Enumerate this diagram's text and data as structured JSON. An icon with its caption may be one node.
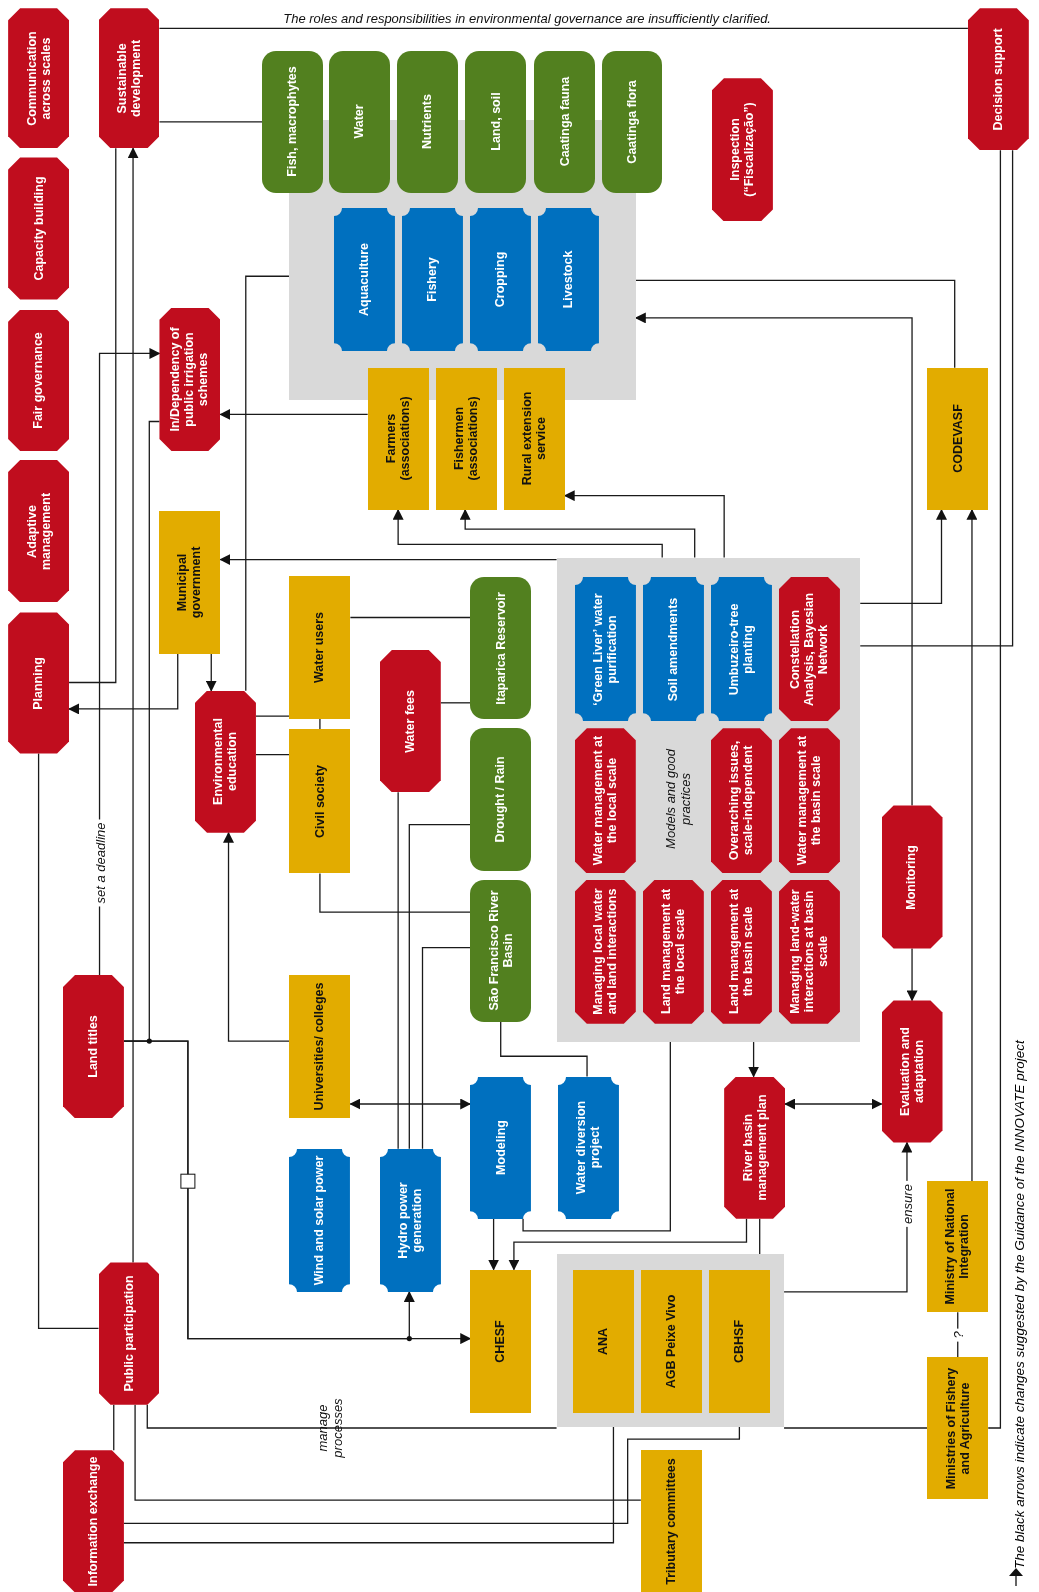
{
  "diagram": {
    "nodes": [
      {
        "text": [
          "Communication across scales"
        ]
      },
      {
        "text": [
          "Sustainable development"
        ]
      },
      {
        "text": [
          "Capacity building"
        ]
      },
      {
        "text": [
          "Fair governance"
        ]
      },
      {
        "text": [
          "Adaptive management"
        ]
      },
      {
        "text": [
          "Planning"
        ]
      },
      {
        "text": [
          "In/Dependency of public irrigation schemes"
        ]
      },
      {
        "text": [],
        "shape": "box"
      },
      {
        "text": [
          "Fish, macrophytes"
        ]
      },
      {
        "text": [
          "Water"
        ]
      },
      {
        "text": [
          "Nutrients"
        ]
      },
      {
        "text": [
          "Land, soil"
        ]
      },
      {
        "text": [
          "Caatinga fauna"
        ]
      },
      {
        "text": [
          "Caatinga flora"
        ]
      },
      {
        "text": [
          "Aquaculture"
        ],
        "in": 7
      },
      {
        "text": [
          "Fishery"
        ],
        "in": 7
      },
      {
        "text": [
          "Cropping"
        ],
        "in": 7
      },
      {
        "text": [
          "Livestock"
        ],
        "in": 7
      },
      {
        "text": [
          "Inspection (“Fiscalização”)"
        ]
      },
      {
        "text": [
          "Decision support"
        ]
      },
      {
        "text": [
          "Farmers (associations)"
        ]
      },
      {
        "text": [
          "Fishermen (associations)"
        ]
      },
      {
        "text": [
          "Rural extension service"
        ]
      },
      {
        "text": [
          "CODEVASF"
        ]
      },
      {
        "text": [
          "Municipal government"
        ]
      },
      {
        "text": [
          "Water users"
        ]
      },
      {
        "text": [
          "Itaparica Reservoir"
        ]
      },
      {
        "text": [
          "Water fees"
        ]
      },
      {
        "text": [
          "Environmental education"
        ]
      },
      {
        "text": [
          "Civil society"
        ]
      },
      {
        "text": [
          "Drought / Rain"
        ]
      },
      {
        "text": [],
        "shape": "box"
      },
      {
        "text": [
          "‘Green Liver’ water purification"
        ],
        "in": 31
      },
      {
        "text": [
          "Soil amendments"
        ],
        "in": 31
      },
      {
        "text": [
          "Umbuzeiro-tree planting"
        ],
        "in": 31
      },
      {
        "text": [
          "Constellation Analysis, Bayesian Network"
        ],
        "in": 31
      },
      {
        "text": [
          "Water management at the local scale"
        ],
        "in": 31
      },
      {
        "text": [
          "Overarching issues, scale-independent"
        ],
        "in": 31
      },
      {
        "text": [
          "Water management at the basin scale"
        ],
        "in": 31
      },
      {
        "text": [
          "Managing local water and land interactions"
        ],
        "in": 31
      },
      {
        "text": [
          "Land management at the local scale"
        ],
        "in": 31
      },
      {
        "text": [
          "Land management at the basin scale"
        ],
        "in": 31
      },
      {
        "text": [
          "Managing land-water interactions at basin scale"
        ],
        "in": 31
      },
      {
        "text": [
          "Monitoring"
        ]
      },
      {
        "text": [
          "Land titles"
        ]
      },
      {
        "text": [
          "São Francisco River Basin"
        ]
      },
      {
        "text": [
          "Universities/ colleges"
        ]
      },
      {
        "text": [
          "Evaluation and adaptation"
        ]
      },
      {
        "text": [
          "Modeling"
        ]
      },
      {
        "text": [
          "Water diversion project"
        ]
      },
      {
        "text": [
          "River basin management plan"
        ]
      },
      {
        "text": [
          "Wind and solar power"
        ]
      },
      {
        "text": [
          "Hydro power generation"
        ]
      },
      {
        "text": [
          "Ministry of National Integration"
        ]
      },
      {
        "text": [
          "Public participation"
        ]
      },
      {
        "text": [
          "CHESF"
        ]
      },
      {
        "text": [],
        "shape": "box"
      },
      {
        "text": [
          "ANA"
        ],
        "in": 56
      },
      {
        "text": [
          "AGB Peixe Vivo"
        ],
        "in": 56
      },
      {
        "text": [
          "CBHSF"
        ],
        "in": 56
      },
      {
        "text": [
          "Ministries of Fishery and Agriculture"
        ]
      },
      {
        "text": [
          "Information exchange"
        ]
      },
      {
        "text": [
          "Tributary committees"
        ]
      }
    ],
    "edges": [
      {
        "from": 1,
        "to": 19,
        "arrow": "none",
        "label": "The roles and responsibilities in environmental governance are insufficiently clarified."
      },
      {
        "from": 1,
        "to": 8,
        "arrow": "none"
      },
      {
        "from": 5,
        "to": 1,
        "arrow": "none"
      },
      {
        "from": 54,
        "to": 1,
        "arrow": "to"
      },
      {
        "from": 44,
        "to": 6,
        "arrow": "to",
        "label": "set a deadline"
      },
      {
        "from": 6,
        "to": 44,
        "arrow": "none"
      },
      {
        "from": 44,
        "to": 55,
        "arrow": "to"
      },
      {
        "from": 44,
        "to": 52,
        "arrow": "to"
      },
      {
        "from": 20,
        "to": 6,
        "arrow": "to"
      },
      {
        "from": 28,
        "to": 7,
        "arrow": "none"
      },
      {
        "from": 31,
        "to": 24,
        "arrow": "to"
      },
      {
        "from": 31,
        "to": 20,
        "arrow": "to"
      },
      {
        "from": 31,
        "to": 21,
        "arrow": "to"
      },
      {
        "from": 31,
        "to": 22,
        "arrow": "to"
      },
      {
        "from": 24,
        "to": 5,
        "arrow": "to"
      },
      {
        "from": 24,
        "to": 28,
        "arrow": "to"
      },
      {
        "from": 28,
        "to": 25,
        "arrow": "none"
      },
      {
        "from": 28,
        "to": 29,
        "arrow": "none"
      },
      {
        "from": 25,
        "to": 29,
        "arrow": "none"
      },
      {
        "from": 25,
        "to": 26,
        "arrow": "none"
      },
      {
        "from": 27,
        "to": 26,
        "arrow": "none"
      },
      {
        "from": 27,
        "to": 52,
        "arrow": "none"
      },
      {
        "from": 30,
        "to": 52,
        "arrow": "none"
      },
      {
        "from": 45,
        "to": 52,
        "arrow": "none"
      },
      {
        "from": 29,
        "to": 45,
        "arrow": "none"
      },
      {
        "from": 45,
        "to": 49,
        "arrow": "none"
      },
      {
        "from": 46,
        "to": 28,
        "arrow": "to"
      },
      {
        "from": 46,
        "to": 48,
        "arrow": "both"
      },
      {
        "from": 48,
        "to": 55,
        "arrow": "to"
      },
      {
        "from": 48,
        "to": 31,
        "arrow": "none"
      },
      {
        "from": 50,
        "to": 55,
        "arrow": "to"
      },
      {
        "from": 50,
        "to": 56,
        "arrow": "none"
      },
      {
        "from": 31,
        "to": 50,
        "arrow": "to"
      },
      {
        "from": 50,
        "to": 47,
        "arrow": "both"
      },
      {
        "from": 43,
        "to": 47,
        "arrow": "to"
      },
      {
        "from": 43,
        "to": 7,
        "arrow": "to"
      },
      {
        "from": 23,
        "to": 7,
        "arrow": "none"
      },
      {
        "from": 31,
        "to": 23,
        "arrow": "to"
      },
      {
        "from": 31,
        "to": 19,
        "arrow": "none"
      },
      {
        "from": 19,
        "to": 60,
        "arrow": "none"
      },
      {
        "from": 53,
        "to": 23,
        "arrow": "to"
      },
      {
        "from": 56,
        "to": 47,
        "arrow": "to",
        "label": "ensure"
      },
      {
        "from": 53,
        "to": 60,
        "arrow": "none",
        "label": "?"
      },
      {
        "from": 56,
        "to": 60,
        "arrow": "none"
      },
      {
        "from": 5,
        "to": 54,
        "arrow": "none"
      },
      {
        "from": 54,
        "to": 56,
        "arrow": "none",
        "label": "manage processes"
      },
      {
        "from": 54,
        "to": 62,
        "arrow": "none"
      },
      {
        "from": 61,
        "to": 54,
        "arrow": "none"
      },
      {
        "from": 61,
        "to": 59,
        "arrow": "none"
      },
      {
        "from": 61,
        "to": 57,
        "arrow": "none"
      }
    ],
    "labels": [
      "Models and good practices"
    ],
    "legend": [
      {
        "text": "The black arrows indicate changes suggested by the Guidance of the INNOVATE project"
      }
    ]
  }
}
